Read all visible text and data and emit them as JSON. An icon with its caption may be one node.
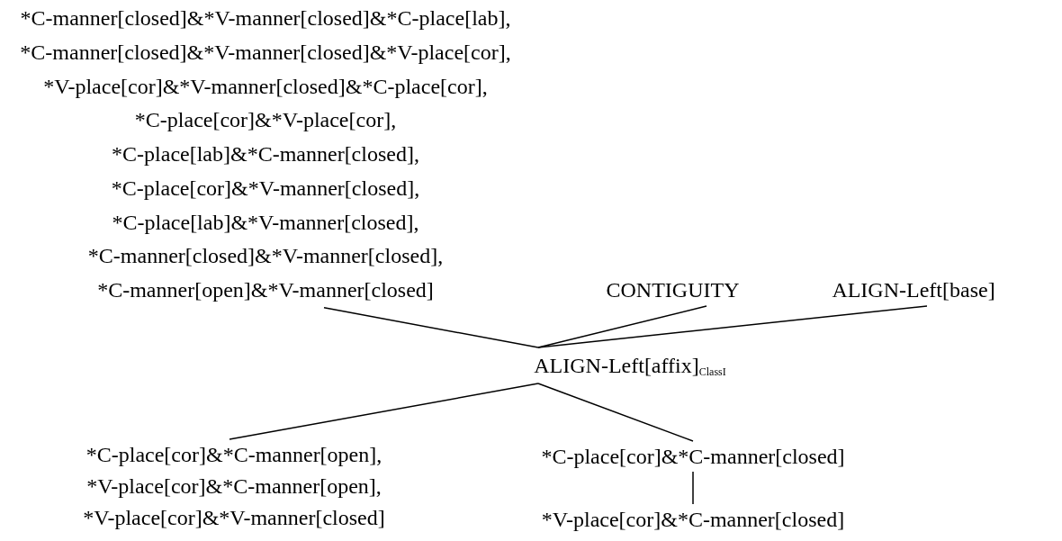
{
  "diagram": {
    "nodes": [
      {
        "text": [
          "*C-manner[closed]&*V-manner[closed]&*C-place[lab],",
          "*C-manner[closed]&*V-manner[closed]&*V-place[cor],",
          "*V-place[cor]&*V-manner[closed]&*C-place[cor],",
          "*C-place[cor]&*V-place[cor],",
          "*C-place[lab]&*C-manner[closed],",
          "*C-place[cor]&*V-manner[closed],",
          "*C-place[lab]&*V-manner[closed],",
          "*C-manner[closed]&*V-manner[closed],",
          "*C-manner[open]&*V-manner[closed]"
        ]
      },
      {
        "text": [
          "CONTIGUITY"
        ]
      },
      {
        "text": [
          "ALIGN-Left[base]"
        ]
      },
      {
        "text": [
          "ALIGN-Left[affix]$_{ClassI}$"
        ]
      },
      {
        "text": [
          "*C-place[cor]&*C-manner[open],",
          "*V-place[cor]&*C-manner[open],",
          "*V-place[cor]&*V-manner[closed]"
        ]
      },
      {
        "text": [
          "*C-place[cor]&*C-manner[closed]"
        ]
      },
      {
        "text": [
          "*V-place[cor]&*C-manner[closed]"
        ]
      }
    ],
    "edges": [
      {
        "from": 0,
        "to": 3,
        "arrow": "none"
      },
      {
        "from": 1,
        "to": 3,
        "arrow": "none"
      },
      {
        "from": 2,
        "to": 3,
        "arrow": "none"
      },
      {
        "from": 3,
        "to": 4,
        "arrow": "none"
      },
      {
        "from": 3,
        "to": 5,
        "arrow": "none"
      },
      {
        "from": 5,
        "to": 6,
        "arrow": "none"
      }
    ]
  }
}
